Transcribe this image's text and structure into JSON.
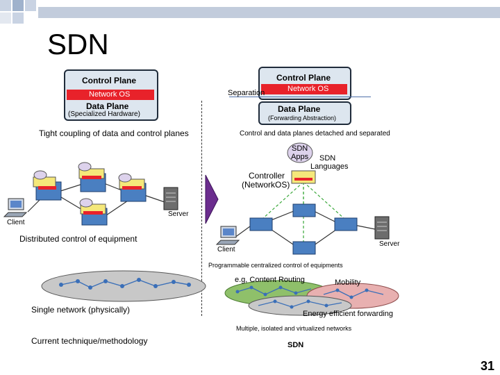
{
  "slide": {
    "title": "SDN",
    "page_number": "31"
  },
  "left": {
    "control_plane": "Control Plane",
    "network_os": "Network OS",
    "data_plane": "Data Plane",
    "specialized_hw": "(Specialized Hardware)",
    "caption_coupling": "Tight coupling of data and control planes",
    "caption_distributed": "Distributed control of equipment",
    "client": "Client",
    "server": "Server",
    "caption_single_network": "Single network (physically)",
    "caption_current": "Current technique/methodology"
  },
  "right": {
    "control_plane": "Control Plane",
    "separation": "Separation",
    "network_os": "Network OS",
    "data_plane": "Data Plane",
    "forwarding_abstraction": "(Forwarding Abstraction)",
    "caption_detached": "Control and data planes detached and separated",
    "sdn_apps_1": "SDN",
    "sdn_apps_2": "Apps",
    "sdn_languages_1": "SDN",
    "sdn_languages_2": "Languages",
    "controller_1": "Controller",
    "controller_2": "(NetworkOS)",
    "client": "Client",
    "server": "Server",
    "caption_programmable": "Programmable centralized control of equipments",
    "content_routing": "e.g, Content Routing",
    "mobility": "Mobility",
    "energy": "Energy efficient forwarding",
    "caption_multiple": "Multiple, isolated and virtualized networks",
    "caption_sdn": "SDN"
  },
  "colors": {
    "red_bar": "#e8222a",
    "pane_bg": "#dde6ef",
    "switch_blue": "#4a7fc1",
    "green_net": "#8fc06a",
    "pink_net": "#e8b0b0",
    "grey_net": "#c8c8c8",
    "arrow_purple": "#6b2d8e"
  }
}
